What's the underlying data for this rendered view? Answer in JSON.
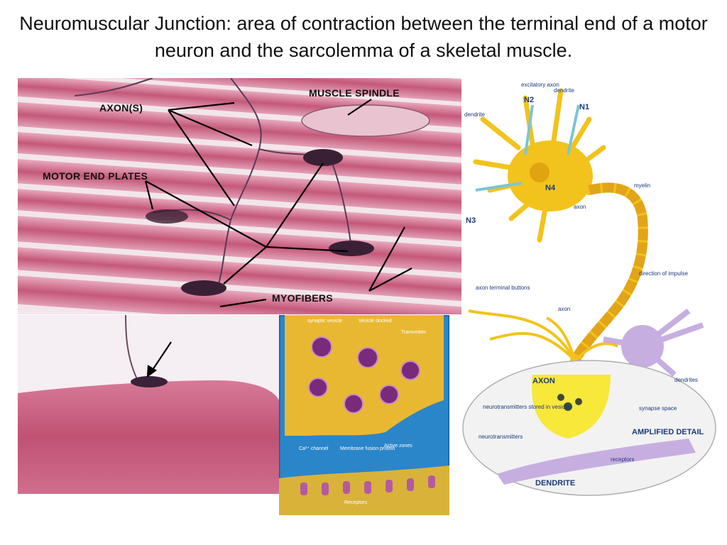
{
  "slide": {
    "title": "Neuromuscular Junction:  area of contraction between the terminal end of a motor neuron and the sarcolemma of a skeletal muscle."
  },
  "micrograph": {
    "labels": {
      "axons": "AXON(S)",
      "muscle_spindle": "MUSCLE SPINDLE",
      "motor_end_plates": "MOTOR END PLATES",
      "myofibers": "MYOFIBERS"
    }
  },
  "neuron_diagram": {
    "labels": {
      "excitatory_axon": "excitatory axon",
      "dendrite_top": "dendrite",
      "dendrite_left": "dendrite",
      "n1": "N1",
      "n2": "N2",
      "n3": "N3",
      "n4": "N4",
      "myelin": "myelin",
      "axon_mid": "axon",
      "direction_of_impulse": "direction of impulse",
      "axon_terminal_buttons": "axon terminal buttons",
      "axon_lower": "axon",
      "dendrites": "dendrites"
    },
    "detail": {
      "axon": "AXON",
      "dendrite": "DENDRITE",
      "amplified_detail": "AMPLIFIED DETAIL",
      "neurotransmitters_vesicles": "neurotransmitters stored in vesicles",
      "neurotransmitters": "neurotransmitters",
      "synapse_space": "synapse space",
      "receptors": "receptors"
    }
  },
  "synapse_illustration": {
    "labels": {
      "synaptic_vesicle": "synaptic vesicle",
      "vesicle_docked": "Vesicle docked",
      "transmitter": "Transmitter",
      "ca_channel": "Ca²⁺ channel",
      "membrane_fusion_protein": "Membrane fusion protein",
      "active_zones": "Active zones",
      "receptors": "Receptors"
    }
  },
  "colors": {
    "muscle_pink": "#c4587a",
    "neuron_yellow": "#f2c31c",
    "dendrite_lavender": "#c7aee0",
    "synapse_blue": "#2a86c9"
  }
}
